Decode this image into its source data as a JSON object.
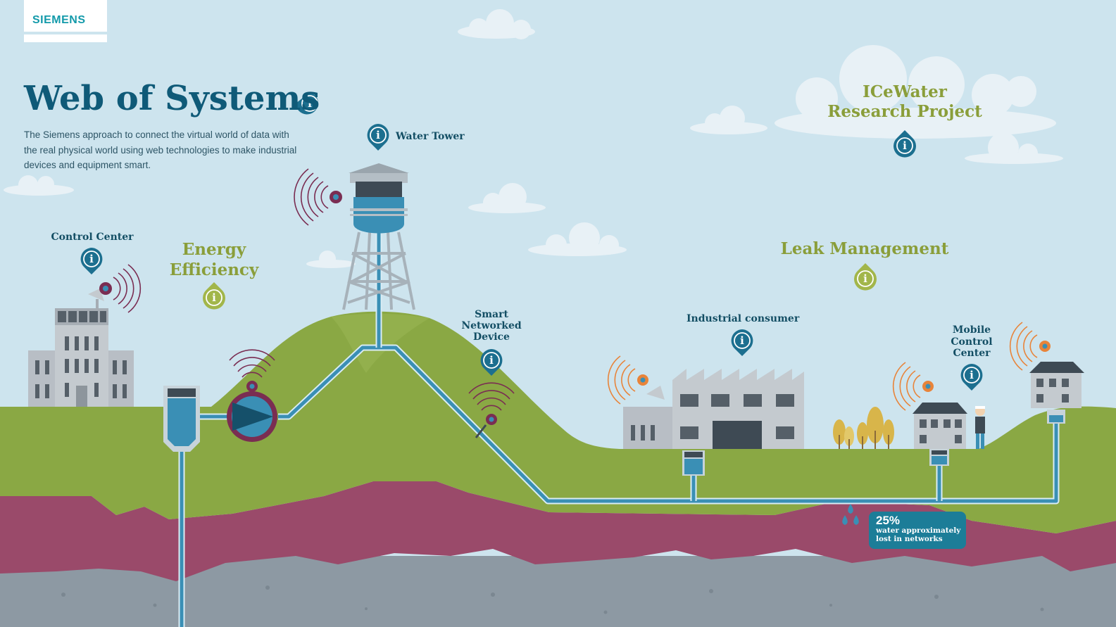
{
  "brand": {
    "logo_text": "SIEMENS"
  },
  "header": {
    "title": "Web of Systems",
    "description": "The Siemens approach to connect the virtual world of data with the real physical world using web technologies to make industrial devices and equipment smart."
  },
  "labels": {
    "water_tower": "Water Tower",
    "control_center": "Control Center",
    "energy_efficiency_line1": "Energy",
    "energy_efficiency_line2": "Efficiency",
    "smart_device_line1": "Smart",
    "smart_device_line2": "Networked",
    "smart_device_line3": "Device",
    "industrial_consumer": "Industrial consumer",
    "mobile_line1": "Mobile",
    "mobile_line2": "Control",
    "mobile_line3": "Center",
    "leak_management": "Leak Management",
    "icewater_line1": "ICeWater",
    "icewater_line2": "Research Project"
  },
  "leak_stat": {
    "percent": "25%",
    "caption_line1": "water approximately",
    "caption_line2": "lost in networks"
  },
  "info_glyph": "i",
  "colors": {
    "sky": "#cde4ee",
    "grass": "#8aa844",
    "soil": "#9a4a6a",
    "rock": "#8d99a3",
    "pipe": "#3a8fb5",
    "pin_blue": "#1c6f8f",
    "pin_green": "#a2b64a",
    "wave_purple": "#7a2d52",
    "wave_orange": "#e8843a",
    "building": "#b8bec5"
  }
}
